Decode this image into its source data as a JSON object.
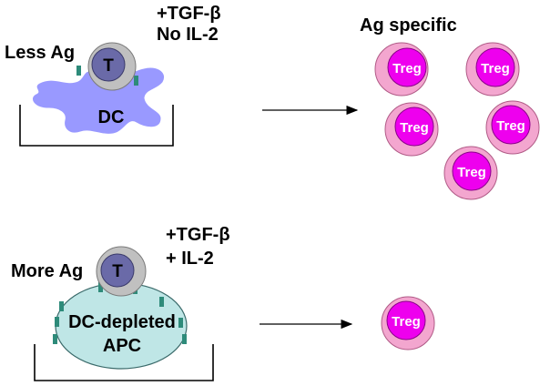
{
  "top": {
    "antigen_label": "Less Ag",
    "t_cell_label": "T",
    "dc_label": "DC",
    "condition_line1": "+TGF-β",
    "condition_line2": "No IL-2",
    "result_title": "Ag specific",
    "treg_labels": [
      "Treg",
      "Treg",
      "Treg",
      "Treg",
      "Treg"
    ]
  },
  "bottom": {
    "antigen_label": "More Ag",
    "t_cell_label": "T",
    "apc_line1": "DC-depleted",
    "apc_line2": "APC",
    "condition_line1": "+TGF-β",
    "condition_line2": "+ IL-2",
    "treg_labels": [
      "Treg"
    ]
  },
  "colors": {
    "dc_fill": "#9999ff",
    "apc_fill": "#bfe6e6",
    "t_cell_inner": "#6a6aa8",
    "t_cell_ring": "#c0c0c0",
    "receptor": "#2e8b7a",
    "treg_outer": "#f3a6cf",
    "treg_inner": "#ee00ee"
  }
}
